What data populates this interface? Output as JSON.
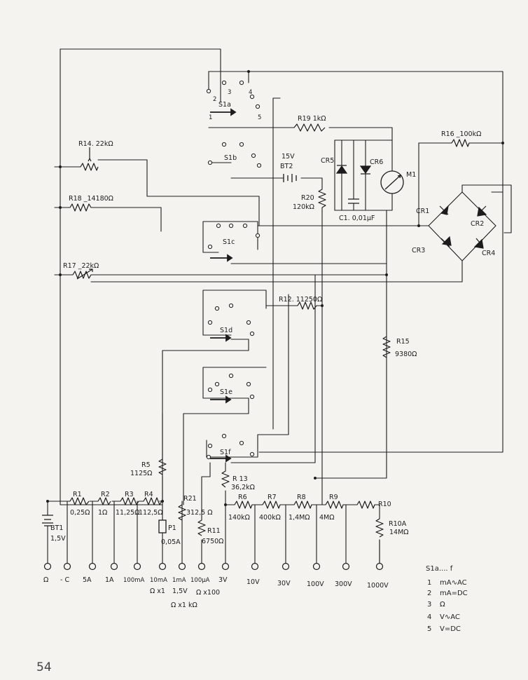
{
  "page_number": "54",
  "components": {
    "S1a": "S1a",
    "S1b": "S1b",
    "S1c": "S1c",
    "S1d": "S1d",
    "S1e": "S1e",
    "S1f": "S1f",
    "R19": "R19  1kΩ",
    "R16": "R16 _100kΩ",
    "R14": "R14. 22kΩ",
    "R18": "R18 _14180Ω",
    "R17": "R17 _22kΩ",
    "R12": "R12. 11250Ω",
    "R15": "R15",
    "R15_val": "9380Ω",
    "BT2": "BT2",
    "BT2_v": "15V",
    "R20": "R20",
    "R20_val": "120kΩ",
    "CR5": "CR5",
    "CR6": "CR6",
    "C1": "C1. 0,01μF",
    "M1": "M1",
    "CR1": "CR1",
    "CR2": "CR2",
    "CR3": "CR3",
    "CR4": "CR4",
    "R5": "R5",
    "R5_val": "1125Ω",
    "R13": "R 13",
    "R13_val": "36,2kΩ",
    "R21": "R21",
    "R21_val": "312,5 Ω",
    "R11": "R11",
    "R11_val": "6750Ω",
    "BT1": "BT1",
    "BT1_v": "1,5V",
    "R1": "R1",
    "R1_val": "0,25Ω",
    "R2": "R2",
    "R2_val": "1Ω",
    "R3": "R3",
    "R3_val": "11,25Ω",
    "R4": "R4",
    "R4_val": "112,5Ω",
    "P1": "P1",
    "P1_val": "0,05A",
    "R6": "R6",
    "R6_val": "140kΩ",
    "R7": "R7",
    "R7_val": "400kΩ",
    "R8": "R8",
    "R8_val": "1,4MΩ",
    "R9": "R9",
    "R9_val": "4MΩ",
    "R10": "R10",
    "R10A": "R10A",
    "R10A_val": "14MΩ"
  },
  "switch_numbers": [
    "1",
    "2",
    "3",
    "4",
    "5"
  ],
  "terminals": [
    "Ω",
    "- C",
    "5A",
    "1A",
    "100mA",
    "10mA",
    "1mA",
    "100μA",
    "3V",
    "10V",
    "30V",
    "100V",
    "300V",
    "1000V"
  ],
  "terminal_sublabels": [
    "1,5V",
    "Ω x1",
    "Ω x100",
    "Ω x1 kΩ"
  ],
  "legend": {
    "title": "S1a.... f",
    "items": [
      {
        "num": "1",
        "text": "mA∿AC"
      },
      {
        "num": "2",
        "text": "mA=DC"
      },
      {
        "num": "3",
        "text": "Ω"
      },
      {
        "num": "4",
        "text": "V∿AC"
      },
      {
        "num": "5",
        "text": "V=DC"
      }
    ]
  }
}
